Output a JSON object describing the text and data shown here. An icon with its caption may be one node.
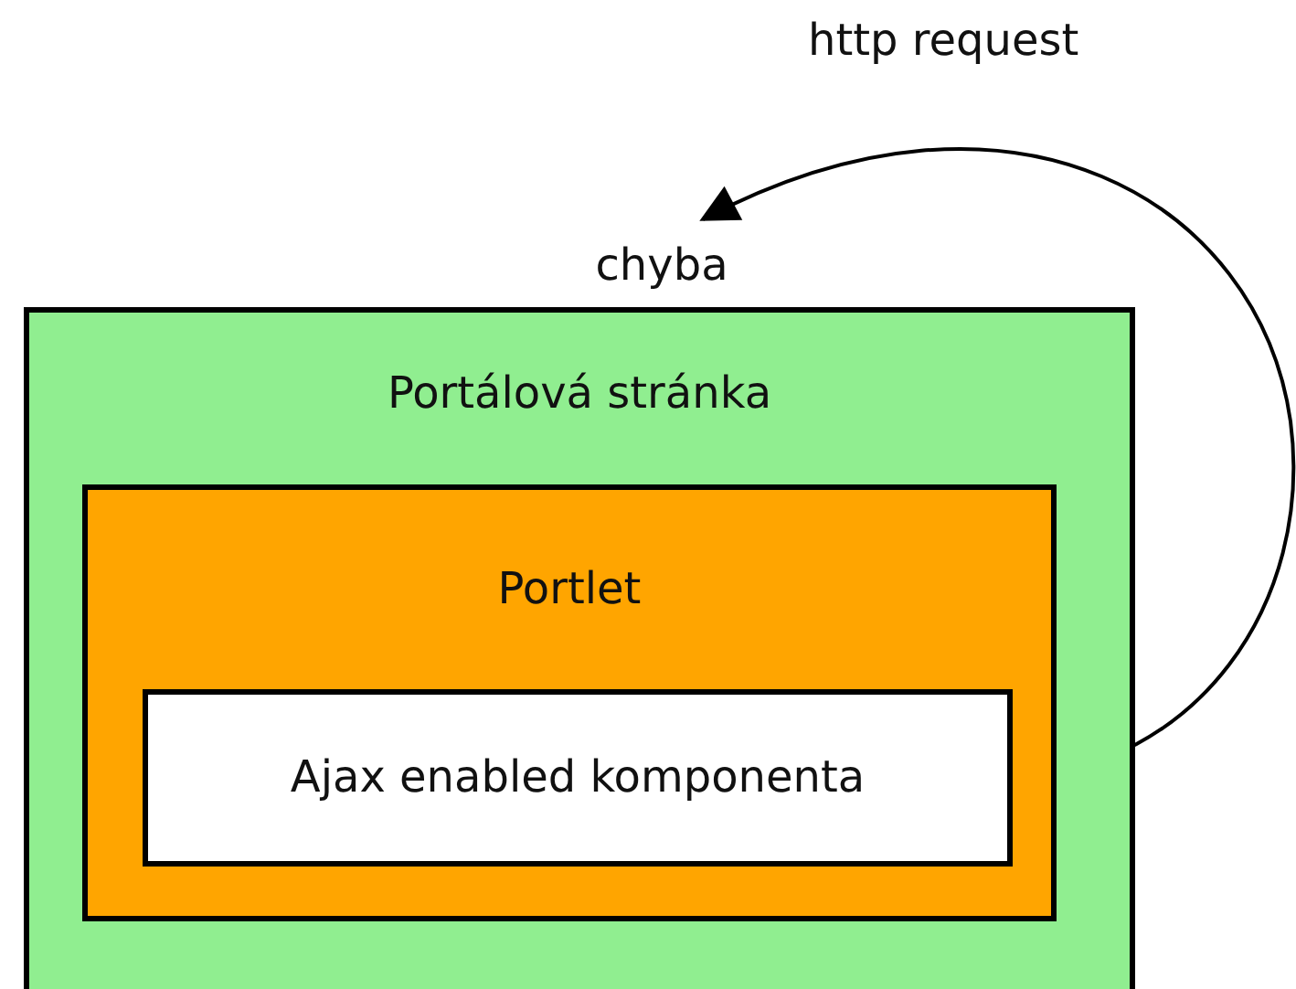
{
  "diagram": {
    "nodes": [
      {
        "text": [
          "Portálová stránka"
        ]
      },
      {
        "text": [
          "Portlet"
        ],
        "in": 0
      },
      {
        "text": [
          "Ajax enabled komponenta"
        ],
        "in": 1
      },
      {
        "text": [
          "chyba"
        ]
      }
    ],
    "edges": [
      {
        "from": 2,
        "to": 3,
        "arrow": "to",
        "label": "http request"
      }
    ]
  }
}
